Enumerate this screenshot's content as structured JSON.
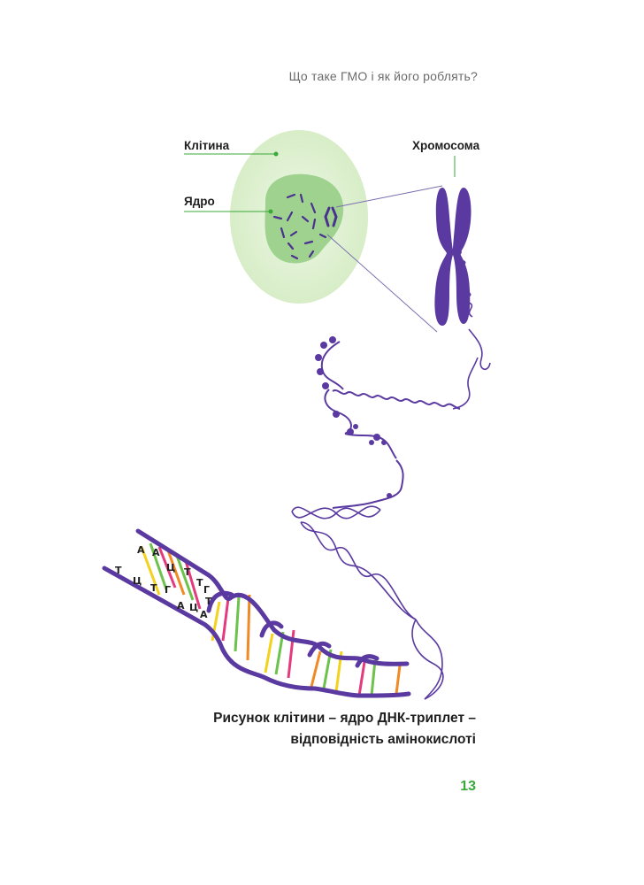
{
  "header": {
    "running_title": "Що таке ГМО і як його роблять?"
  },
  "labels": {
    "cell": "Клітина",
    "nucleus": "Ядро",
    "chromosome": "Хромосома"
  },
  "dna_bases": [
    "А",
    "Т",
    "А",
    "Ц",
    "Ц",
    "Т",
    "Т",
    "Г",
    "Т",
    "Г",
    "А",
    "Т",
    "Ц",
    "А"
  ],
  "caption": {
    "line1": "Рисунок клітини – ядро ДНК-триплет –",
    "line2": "відповідність амінокислоті"
  },
  "page_number": "13",
  "colors": {
    "cell_outer": "#e4f3d8",
    "cell_inner": "#9fd28e",
    "purple": "#5a3aa0",
    "leader_green": "#3aa83a",
    "base_yellow": "#f2d21c",
    "base_green": "#6cc24a",
    "base_pink": "#e43a7e",
    "base_orange": "#f08a24"
  }
}
